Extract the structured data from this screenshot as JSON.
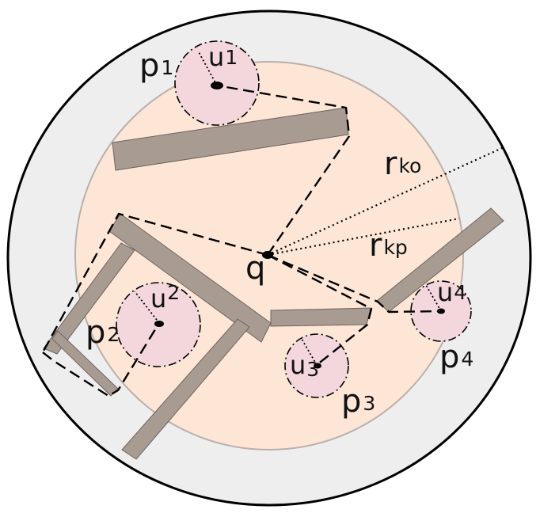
{
  "colors": {
    "outer_fill": "#efeeee",
    "outer_stroke": "#000000",
    "inner_fill": "#fde6d6",
    "inner_stroke": "#b9b0ab",
    "obstacle_fill": "#a89b92",
    "obstacle_stroke": "#6e645e",
    "point_region_fill": "#f3d7dc",
    "path_stroke": "#000000"
  },
  "labels": {
    "q": "q",
    "r_ko": {
      "base": "r",
      "sub": "ko"
    },
    "r_kp": {
      "base": "r",
      "sub": "kp"
    },
    "p1": {
      "base": "p",
      "sub": "1"
    },
    "p2": {
      "base": "p",
      "sub": "2"
    },
    "p3": {
      "base": "p",
      "sub": "3"
    },
    "p4": {
      "base": "p",
      "sub": "4"
    },
    "u1": {
      "base": "u",
      "sub": "1"
    },
    "u2": {
      "base": "u",
      "sub": "2"
    },
    "u3": {
      "base": "u",
      "sub": "3"
    },
    "u4": {
      "base": "u",
      "sub": "4"
    }
  }
}
